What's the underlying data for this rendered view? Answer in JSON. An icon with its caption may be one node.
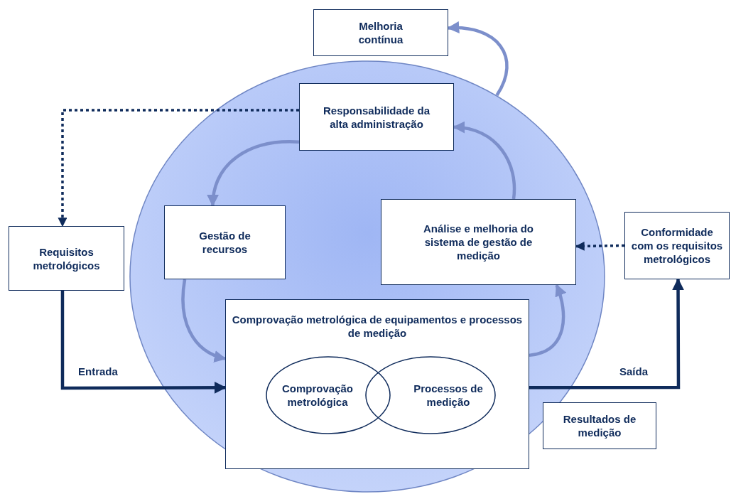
{
  "diagram": {
    "nodes": [
      {
        "text": [
          "Melhoria contínua"
        ]
      },
      {
        "text": [],
        "shape": "circle"
      },
      {
        "text": [
          "Responsabilidade da alta administração"
        ],
        "in": 1
      },
      {
        "text": [
          "Gestão de recursos"
        ],
        "in": 1
      },
      {
        "text": [
          "Análise e melhoria do sistema de gestão de medição"
        ],
        "in": 1
      },
      {
        "text": [
          "Requisitos metrológicos"
        ]
      },
      {
        "text": [
          "Conformidade com os requisitos metrológicos"
        ]
      },
      {
        "text": [
          "Comprovação metrológica de equipamentos e processos de medição"
        ],
        "in": 1
      },
      {
        "text": [
          "Comprovação metrológica"
        ],
        "in": 7
      },
      {
        "text": [
          "Processos de medição"
        ],
        "in": 7
      },
      {
        "text": [
          "Resultados de medição"
        ]
      }
    ],
    "edges": [
      {
        "from": 1,
        "to": 0,
        "arrow": "to"
      },
      {
        "from": 2,
        "to": 5,
        "arrow": "to",
        "style": "dashed",
        "color": "#0f2b5b"
      },
      {
        "from": 2,
        "to": 3,
        "arrow": "to"
      },
      {
        "from": 4,
        "to": 2,
        "arrow": "to"
      },
      {
        "from": 6,
        "to": 4,
        "arrow": "to",
        "style": "dashed",
        "color": "#0f2b5b"
      },
      {
        "from": 3,
        "to": 7,
        "arrow": "to"
      },
      {
        "from": 7,
        "to": 4,
        "arrow": "to"
      },
      {
        "from": 5,
        "to": 7,
        "arrow": "to",
        "label": "Entrada",
        "color": "#0f2b5b"
      },
      {
        "from": 7,
        "to": 6,
        "arrow": "to",
        "label": "Saída",
        "color": "#0f2b5b"
      }
    ]
  }
}
